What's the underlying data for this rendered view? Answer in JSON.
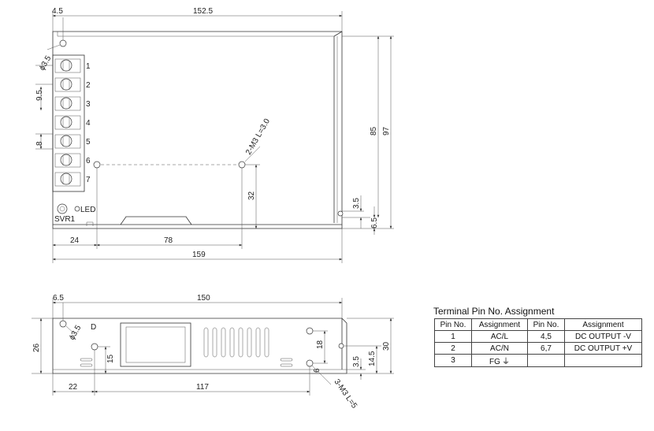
{
  "top_view": {
    "dims": {
      "left_offset": "4.5",
      "overall_length": "152.5",
      "hole_dia": "ϕ3.5",
      "terminal_pitch": "9.5",
      "terminal_pitch_b": "8",
      "height_85": "85",
      "height_97": "97",
      "bottom_3_5": "3.5",
      "bottom_6_5": "6.5",
      "mount_spacing_32": "32",
      "x_24": "24",
      "x_78": "78",
      "x_159": "159",
      "screw_note": "2-M3 L=3.0"
    },
    "terminal_numbers": [
      "1",
      "2",
      "3",
      "4",
      "5",
      "6",
      "7"
    ],
    "led_label": "LED",
    "svr_label": "SVR1"
  },
  "side_view": {
    "dims": {
      "left_6_5": "6.5",
      "length_150": "150",
      "height_26": "26",
      "hole_dia": "ϕ3.5",
      "h_15": "15",
      "h_18": "18",
      "h_30": "30",
      "h_3_5": "3.5",
      "h_14_5": "14.5",
      "x_6": "6",
      "x_22": "22",
      "x_117": "117",
      "screw_note": "3-M3 L=5"
    },
    "marker": "D"
  },
  "pin_table": {
    "title": "Terminal Pin No.  Assignment",
    "headers": [
      "Pin No.",
      "Assignment",
      "Pin No.",
      "Assignment"
    ],
    "rows": [
      [
        "1",
        "AC/L",
        "4,5",
        "DC OUTPUT -V"
      ],
      [
        "2",
        "AC/N",
        "6,7",
        "DC OUTPUT +V"
      ],
      [
        "3",
        "FG",
        "",
        ""
      ]
    ],
    "ground_icon": "ground-symbol-icon"
  }
}
